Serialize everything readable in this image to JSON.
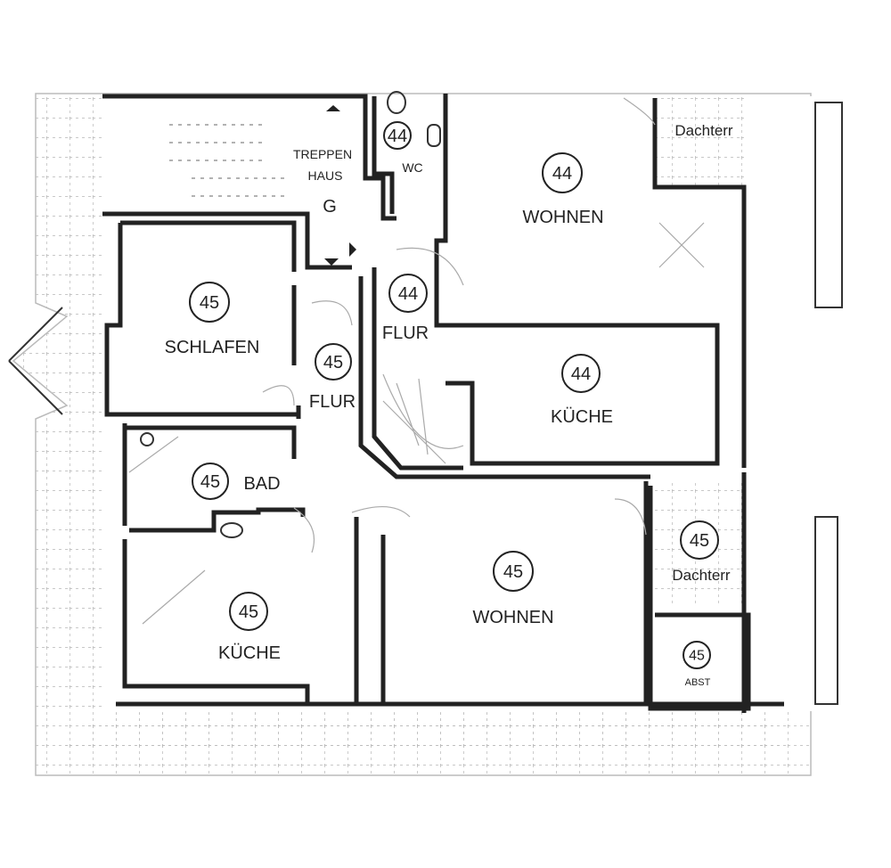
{
  "rooms": {
    "treppenhaus": {
      "label_line1": "TREPPEN",
      "label_line2": "HAUS",
      "marker": "G"
    },
    "wc_44": {
      "unit": "44",
      "label": "WC"
    },
    "wohnen_44": {
      "unit": "44",
      "label": "WOHNEN"
    },
    "dachterr_44": {
      "label": "Dachterr"
    },
    "flur_44": {
      "unit": "44",
      "label": "FLUR"
    },
    "kueche_44": {
      "unit": "44",
      "label": "KÜCHE"
    },
    "schlafen_45": {
      "unit": "45",
      "label": "SCHLAFEN"
    },
    "flur_45": {
      "unit": "45",
      "label": "FLUR"
    },
    "bad_45": {
      "unit": "45",
      "label": "BAD"
    },
    "kueche_45": {
      "unit": "45",
      "label": "KÜCHE"
    },
    "wohnen_45": {
      "unit": "45",
      "label": "WOHNEN"
    },
    "dachterr_45": {
      "unit": "45",
      "label": "Dachterr"
    },
    "abst_45": {
      "unit": "45",
      "label": "ABST"
    }
  }
}
